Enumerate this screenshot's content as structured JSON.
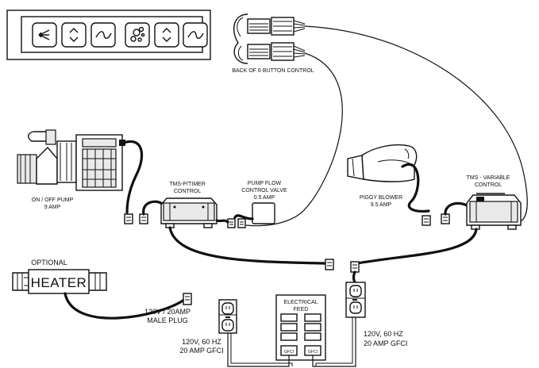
{
  "labels": {
    "back_of_control": "BACK OF 6 BUTTON CONTROL",
    "pump_1": "ON / OFF PUMP",
    "pump_2": "9 AMP",
    "tms_timer_1": "TMS-P/TIMER",
    "tms_timer_2": "CONTROL",
    "valve_1": "PUMP FLOW",
    "valve_2": "CONTROL VALVE",
    "valve_3": "0.5 AMP",
    "blower_1": "PIGGY BLOWER",
    "blower_2": "9.5 AMP",
    "tms_var_1": "TMS - VARIABLE",
    "tms_var_2": "CONTROL",
    "optional": "OPTIONAL",
    "heater": "HEATER",
    "plug_1": "120V / 20AMP",
    "plug_2": "MALE PLUG",
    "feed_1": "ELECTRICAL",
    "feed_2": "FEED",
    "gfci": "GFCI",
    "left_outlet_1": "120V, 60 HZ",
    "left_outlet_2": "20 AMP GFCI",
    "right_outlet_1": "120V, 60 HZ",
    "right_outlet_2": "20 AMP GFCI"
  },
  "icons": [
    "waves-icon",
    "up-down-arrows-icon",
    "wave-curve-icon",
    "bubbles-icon",
    "up-down-arrows-icon",
    "wave-curve-icon"
  ]
}
